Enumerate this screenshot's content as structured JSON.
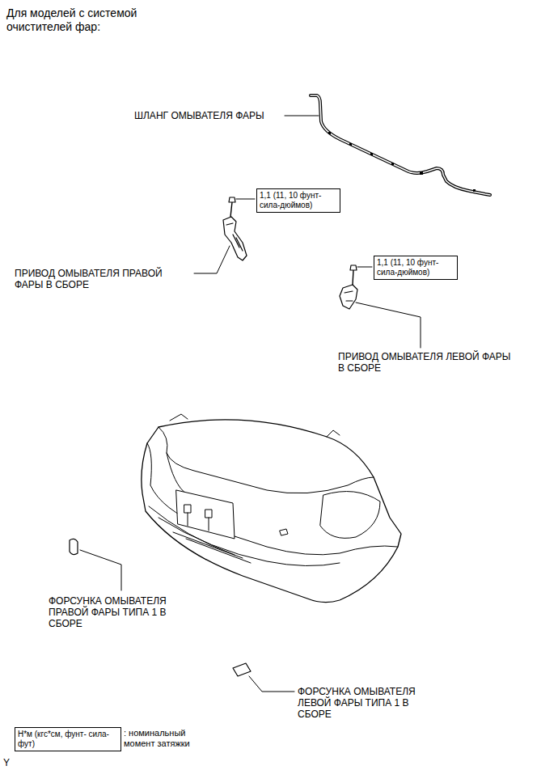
{
  "diagram": {
    "title": "Для моделей с системой очистителей фар:",
    "nodes": [
      {
        "text": [
          "1,1 (11, 10 фунт- сила-дюймов)"
        ]
      },
      {
        "text": [
          "1,1 (11, 10 фунт- сила-дюймов)"
        ]
      },
      {
        "text": [
          "Н*м (кгс*см, фунт- сила-фут)",
          ": номинальный момент затяжки"
        ]
      }
    ],
    "labels": [
      "ШЛАНГ ОМЫВАТЕЛЯ ФАРЫ",
      "ПРИВОД ОМЫВАТЕЛЯ ПРАВОЙ ФАРЫ В СБОРЕ",
      "ПРИВОД ОМЫВАТЕЛЯ ЛЕВОЙ ФАРЫ В СБОРЕ",
      "ФОРСУНКА ОМЫВАТЕЛЯ ПРАВОЙ ФАРЫ ТИПА 1 В СБОРЕ",
      "ФОРСУНКА ОМЫВАТЕЛЯ ЛЕВОЙ ФАРЫ ТИПА 1 В СБОРЕ",
      "Y"
    ]
  }
}
